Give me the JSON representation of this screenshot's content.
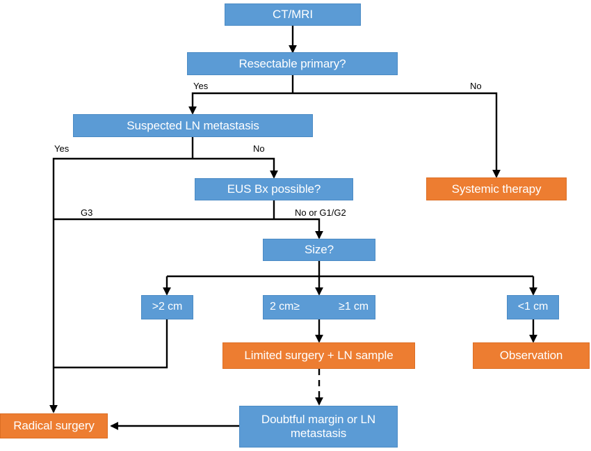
{
  "diagram": {
    "title": "Neuroendocrine tumor management flowchart",
    "colors": {
      "decision_fill": "#5B9BD5",
      "outcome_fill": "#ED7D31",
      "edge_stroke": "#000000",
      "label_text": "#000000",
      "node_text": "#FFFFFF",
      "background": "#FFFFFF"
    },
    "nodes": [
      {
        "id": "ct_mri",
        "label": "CT/MRI",
        "type": "decision"
      },
      {
        "id": "resectable",
        "label": "Resectable primary?",
        "type": "decision"
      },
      {
        "id": "suspected_ln",
        "label": "Suspected LN metastasis",
        "type": "decision"
      },
      {
        "id": "eus_bx",
        "label": "EUS Bx possible?",
        "type": "decision"
      },
      {
        "id": "systemic",
        "label": "Systemic therapy",
        "type": "outcome"
      },
      {
        "id": "size",
        "label": "Size?",
        "type": "decision"
      },
      {
        "id": "gt2cm",
        "label": ">2 cm",
        "type": "decision"
      },
      {
        "id": "mid_size_left",
        "label": "2 cm≥",
        "type": "decision"
      },
      {
        "id": "mid_size_right",
        "label": "≥1 cm",
        "type": "decision"
      },
      {
        "id": "lt1cm",
        "label": "<1 cm",
        "type": "decision"
      },
      {
        "id": "limited_surgery",
        "label": "Limited surgery + LN sample",
        "type": "outcome"
      },
      {
        "id": "observation",
        "label": "Observation",
        "type": "outcome"
      },
      {
        "id": "doubtful",
        "label": "Doubtful margin or LN metastasis",
        "type": "decision"
      },
      {
        "id": "radical",
        "label": "Radical surgery",
        "type": "outcome"
      }
    ],
    "edge_labels": [
      {
        "id": "resectable_yes",
        "label": "Yes"
      },
      {
        "id": "resectable_no",
        "label": "No"
      },
      {
        "id": "ln_yes",
        "label": "Yes"
      },
      {
        "id": "ln_no",
        "label": "No"
      },
      {
        "id": "eus_g3",
        "label": "G3"
      },
      {
        "id": "eus_no_g1g2",
        "label": "No or G1/G2"
      }
    ]
  }
}
